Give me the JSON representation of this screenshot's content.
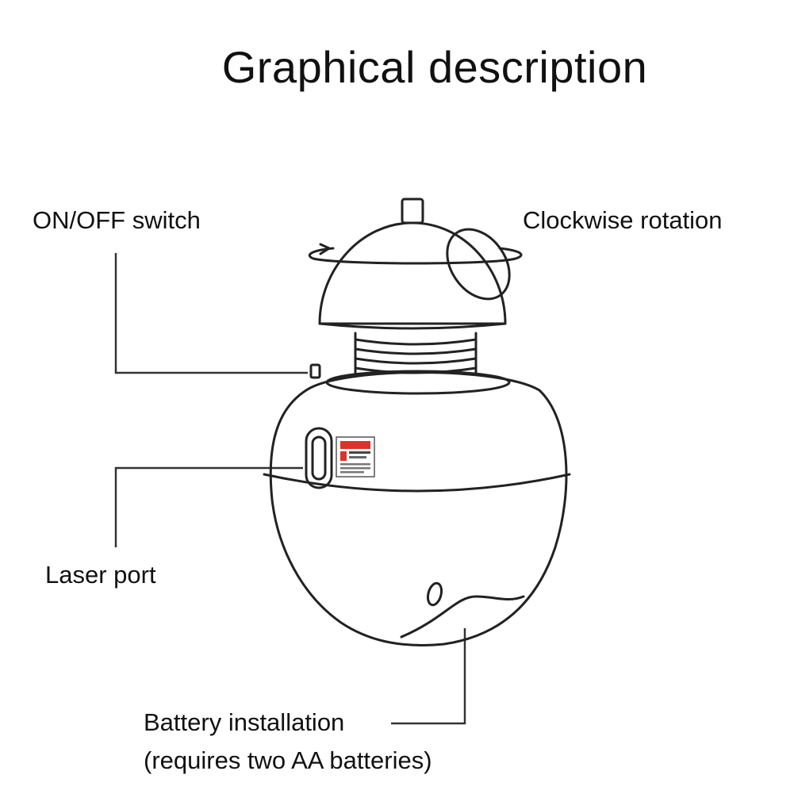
{
  "title": "Graphical description",
  "callouts": {
    "on_off_switch": "ON/OFF switch",
    "clockwise_rotation": "Clockwise rotation",
    "laser_port": "Laser port",
    "battery_installation": "Battery installation",
    "battery_note": "(requires two AA batteries)"
  },
  "colors": {
    "line": "#222222",
    "background": "#ffffff",
    "warning_label_red": "#d9342b"
  }
}
